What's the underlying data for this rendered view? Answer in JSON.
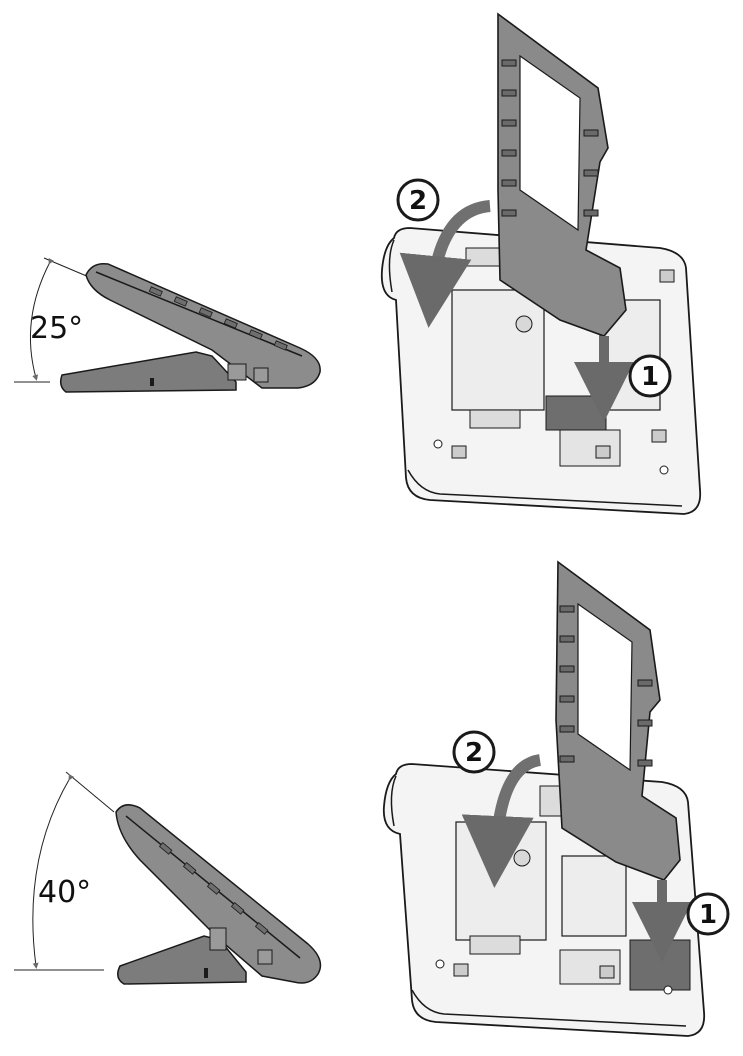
{
  "panels": [
    {
      "angle": {
        "label": "25°"
      },
      "steps": [
        {
          "number": "2"
        },
        {
          "number": "1"
        }
      ]
    },
    {
      "angle": {
        "label": "40°"
      },
      "steps": [
        {
          "number": "2"
        },
        {
          "number": "1"
        }
      ]
    }
  ],
  "colors": {
    "stand_gray": "#8c8c8c",
    "stand_dark": "#5a5a5a",
    "phone_base": "#f4f4f4",
    "outline": "#1a1a1a",
    "arrow_gray": "#707070"
  }
}
